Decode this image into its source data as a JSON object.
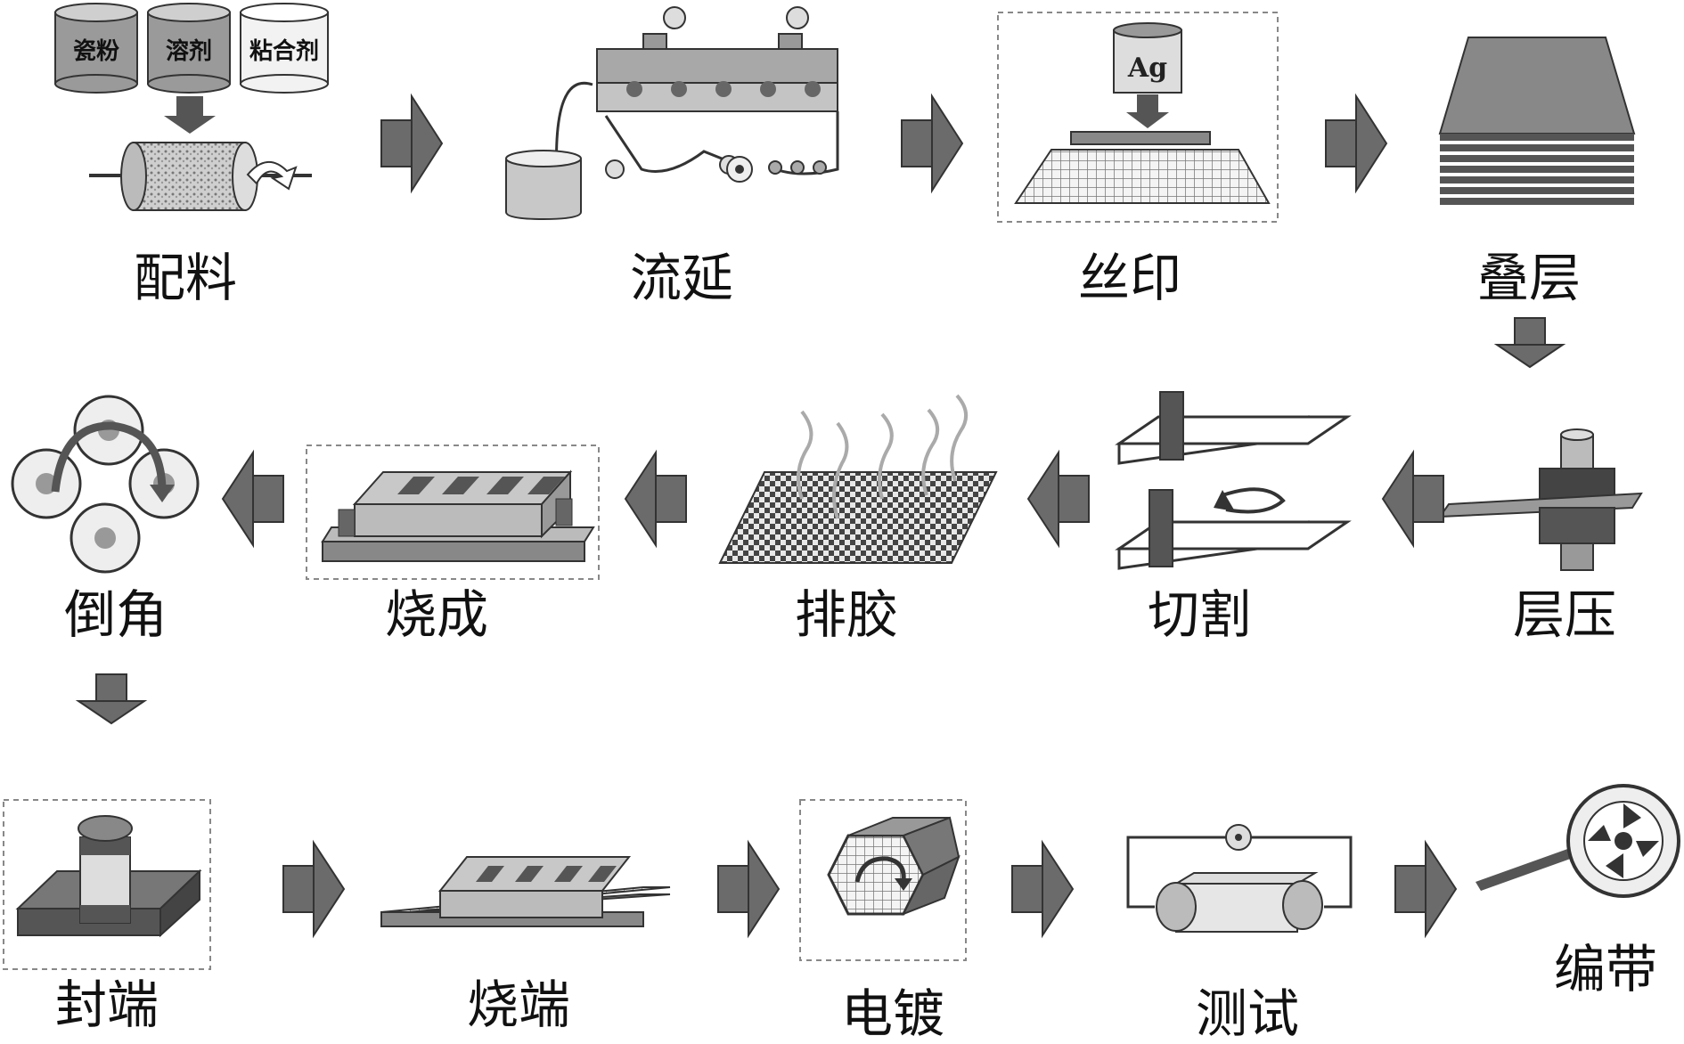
{
  "steps": [
    {
      "id": "batching",
      "label": "配料",
      "sublabels": [
        "瓷粉",
        "溶剂",
        "粘合剂"
      ]
    },
    {
      "id": "casting",
      "label": "流延"
    },
    {
      "id": "screen-printing",
      "label": "丝印",
      "ink_mark": "Ag"
    },
    {
      "id": "stacking",
      "label": "叠层"
    },
    {
      "id": "laminating",
      "label": "层压"
    },
    {
      "id": "cutting",
      "label": "切割"
    },
    {
      "id": "binder-burnout",
      "label": "排胶"
    },
    {
      "id": "sintering",
      "label": "烧成"
    },
    {
      "id": "chamfering",
      "label": "倒角"
    },
    {
      "id": "terminating",
      "label": "封端"
    },
    {
      "id": "termination-firing",
      "label": "烧端"
    },
    {
      "id": "electroplating",
      "label": "电镀"
    },
    {
      "id": "testing",
      "label": "测试"
    },
    {
      "id": "taping",
      "label": "编带"
    }
  ],
  "colors": {
    "arrow": "#6b6b6b",
    "arrow_dark": "#4a4a4a",
    "panel": "#b9b9b9",
    "panel_dark": "#8f8f8f",
    "outline": "#333333",
    "dashed_frame": "#888888"
  }
}
